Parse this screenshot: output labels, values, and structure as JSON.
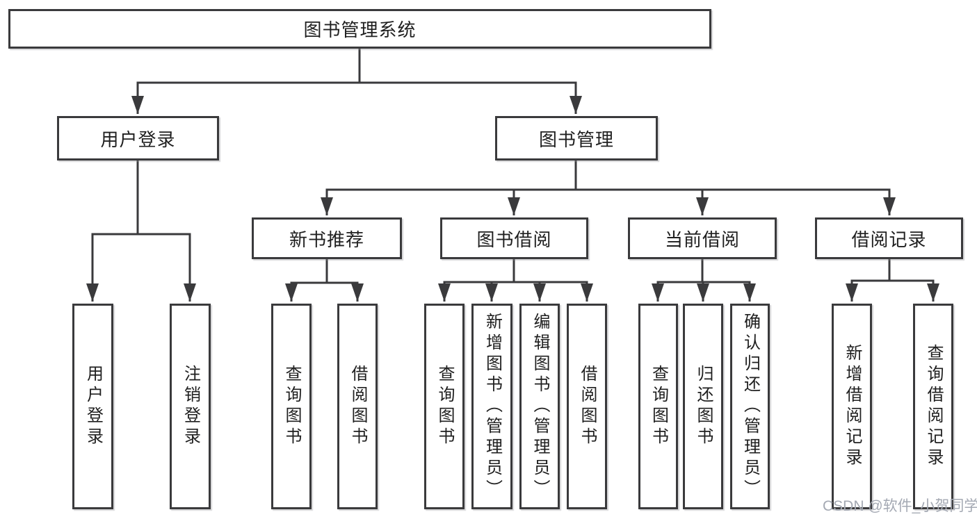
{
  "diagram": {
    "root": "图书管理系统",
    "branches": [
      {
        "label": "用户登录",
        "children": [
          "用户登录",
          "注销登录"
        ]
      },
      {
        "label": "图书管理",
        "children": [
          {
            "label": "新书推荐",
            "children": [
              "查询图书",
              "借阅图书"
            ]
          },
          {
            "label": "图书借阅",
            "children": [
              "查询图书",
              "新增图书（管理员）",
              "编辑图书（管理员）",
              "借阅图书"
            ]
          },
          {
            "label": "当前借阅",
            "children": [
              "查询图书",
              "归还图书",
              "确认归还（管理员）"
            ]
          },
          {
            "label": "借阅记录",
            "children": [
              "新增借阅记录",
              "查询借阅记录"
            ]
          }
        ]
      }
    ]
  },
  "watermark": "CSDN @软件_小贺同学",
  "colors": {
    "line": "#3a3a3c",
    "text": "#1f1f1f",
    "background": "#ffffff",
    "watermark": "#a4a9b3"
  }
}
